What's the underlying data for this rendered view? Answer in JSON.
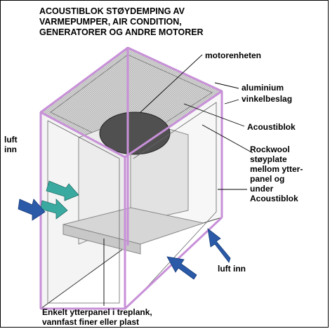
{
  "title_lines": [
    "ACOUSTIBLOK STØYDEMPING AV",
    "VARMEPUMPER, AIR CONDITION,",
    "GENERATORER OG ANDRE MOTORER"
  ],
  "labels": {
    "motor": "motorenheten",
    "aluminium": "aluminium",
    "vinkelbeslag": "vinkelbeslag",
    "acoustiblok": "Acoustiblok",
    "rockwool": [
      "Rockwool",
      "støyplate",
      "mellom ytter-",
      "panel og",
      "under",
      "Acoustiblok"
    ],
    "luft_inn_left": [
      "luft",
      "inn"
    ],
    "luft_inn_bottom": "luft inn",
    "outer_panel": [
      "Enkelt ytterpanel i treplank,",
      "vannfast finer  eller plast"
    ]
  },
  "colors": {
    "frame_edge": "#c890d8",
    "arrow_blue": "#2a5aa8",
    "arrow_teal": "#3aaaa0",
    "grille": "#b8b8b8",
    "motor_fan": "#505050",
    "inner_box": "#e8e8e8"
  }
}
